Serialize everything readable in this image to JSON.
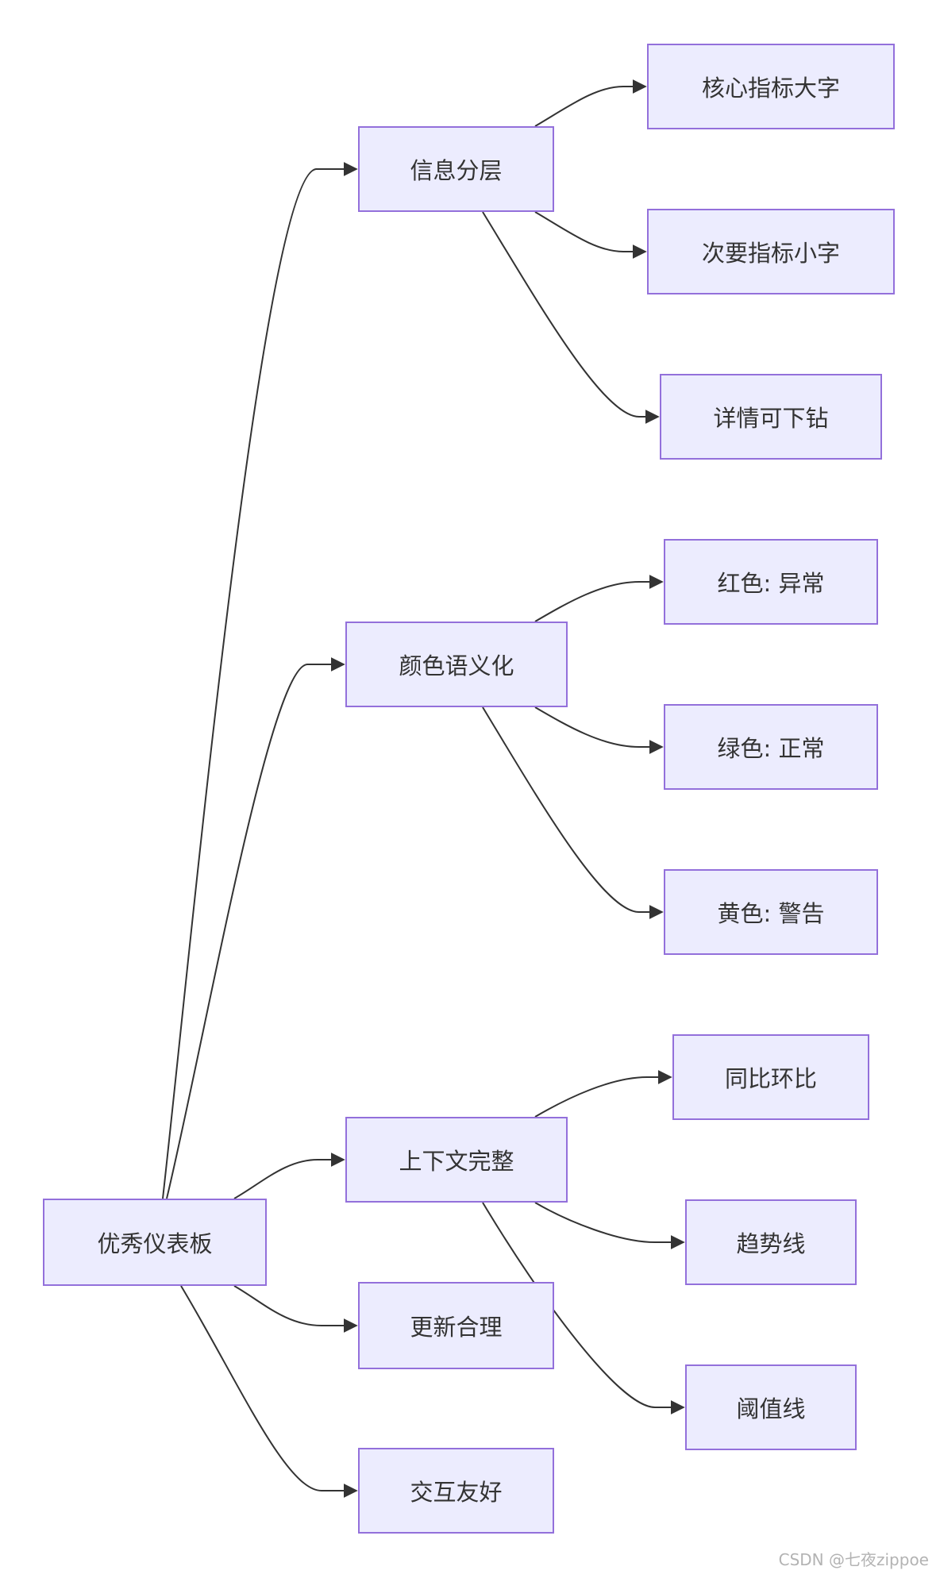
{
  "colors": {
    "node_fill": "#ececfe",
    "node_border": "#9370db",
    "edge": "#333333",
    "text": "#333333"
  },
  "nodes": {
    "root": "优秀仪表板",
    "info_layering": "信息分层",
    "color_semantics": "颜色语义化",
    "full_context": "上下文完整",
    "sensible_updates": "更新合理",
    "friendly_interaction": "交互友好",
    "core_metrics_large": "核心指标大字",
    "secondary_metrics_small": "次要指标小字",
    "details_drilldown": "详情可下钻",
    "red_anomaly": "红色: 异常",
    "green_normal": "绿色: 正常",
    "yellow_warning": "黄色: 警告",
    "yoy_mom": "同比环比",
    "trend_line": "趋势线",
    "threshold_line": "阈值线"
  },
  "edges": [
    [
      "root",
      "info_layering"
    ],
    [
      "root",
      "color_semantics"
    ],
    [
      "root",
      "full_context"
    ],
    [
      "root",
      "sensible_updates"
    ],
    [
      "root",
      "friendly_interaction"
    ],
    [
      "info_layering",
      "core_metrics_large"
    ],
    [
      "info_layering",
      "secondary_metrics_small"
    ],
    [
      "info_layering",
      "details_drilldown"
    ],
    [
      "color_semantics",
      "red_anomaly"
    ],
    [
      "color_semantics",
      "green_normal"
    ],
    [
      "color_semantics",
      "yellow_warning"
    ],
    [
      "full_context",
      "yoy_mom"
    ],
    [
      "full_context",
      "trend_line"
    ],
    [
      "full_context",
      "threshold_line"
    ]
  ],
  "watermark": "CSDN @七夜zippoe"
}
